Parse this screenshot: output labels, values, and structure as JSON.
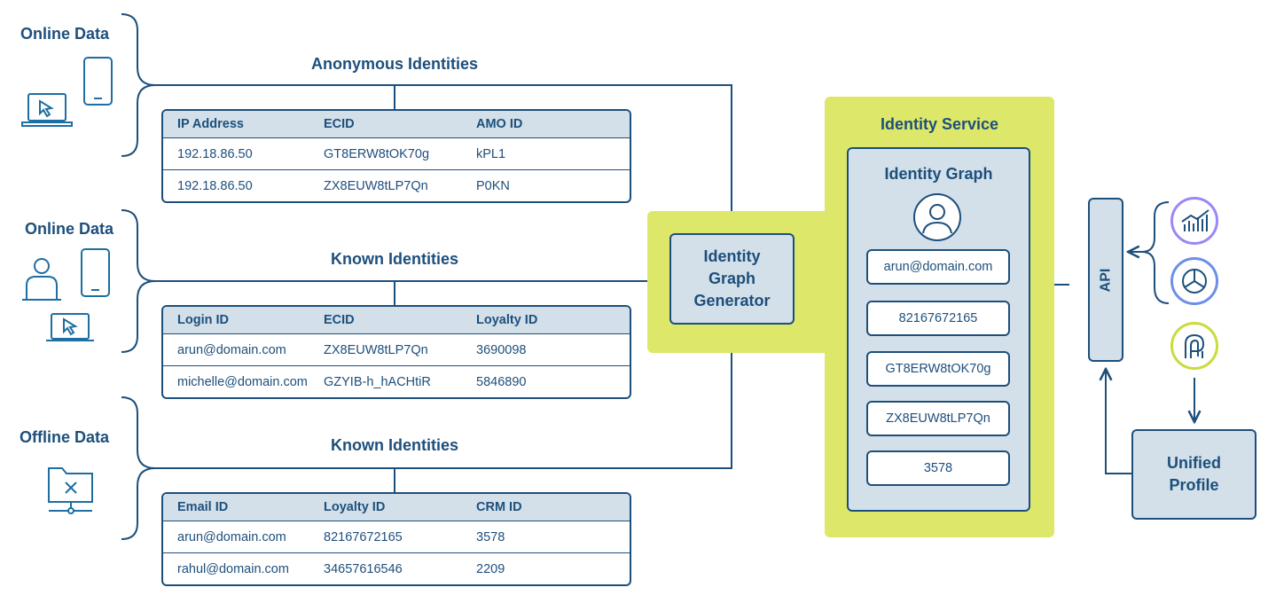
{
  "sources": [
    {
      "label": "Online Data"
    },
    {
      "label": "Online Data"
    },
    {
      "label": "Offline Data"
    }
  ],
  "groups": [
    {
      "title": "Anonymous Identities",
      "headers": [
        "IP Address",
        "ECID",
        "AMO ID"
      ],
      "rows": [
        [
          "192.18.86.50",
          "GT8ERW8tOK70g",
          "kPL1"
        ],
        [
          "192.18.86.50",
          "ZX8EUW8tLP7Qn",
          "P0KN"
        ]
      ]
    },
    {
      "title": "Known Identities",
      "headers": [
        "Login ID",
        "ECID",
        "Loyalty ID"
      ],
      "rows": [
        [
          "arun@domain.com",
          "ZX8EUW8tLP7Qn",
          "3690098"
        ],
        [
          "michelle@domain.com",
          "GZYIB-h_hACHtiR",
          "5846890"
        ]
      ]
    },
    {
      "title": "Known Identities",
      "headers": [
        "Email ID",
        "Loyalty ID",
        "CRM ID"
      ],
      "rows": [
        [
          "arun@domain.com",
          "82167672165",
          "3578"
        ],
        [
          "rahul@domain.com",
          "34657616546",
          "2209"
        ]
      ]
    }
  ],
  "generator": {
    "line1": "Identity",
    "line2": "Graph",
    "line3": "Generator"
  },
  "identity_service": {
    "title": "Identity Service",
    "graph_title": "Identity Graph",
    "identities": [
      "arun@domain.com",
      "82167672165",
      "GT8ERW8tOK70g",
      "ZX8EUW8tLP7Qn",
      "3578"
    ]
  },
  "api": {
    "label": "API"
  },
  "unified_profile": {
    "line1": "Unified",
    "line2": "Profile"
  },
  "colors": {
    "navy": "#1d4f7c",
    "light_blue": "#d3e0ea",
    "lime": "#dde86a",
    "purple": "#9b87f5",
    "blue": "#6c8fe8",
    "green": "#c8dc3c"
  },
  "icons": [
    "laptop-icon",
    "phone-icon",
    "person-icon",
    "folder-icon",
    "user-avatar-icon",
    "analytics-icon",
    "pie-chart-icon",
    "journey-icon"
  ]
}
